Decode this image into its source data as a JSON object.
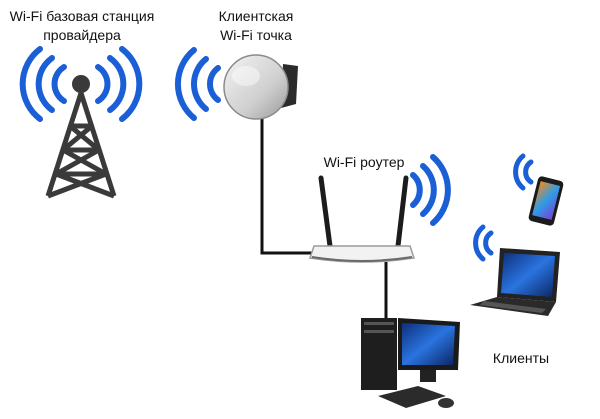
{
  "labels": {
    "provider_station_line1": "Wi-Fi базовая станция",
    "provider_station_line2": "провайдера",
    "client_point_line1": "Клиентская",
    "client_point_line2": "Wi-Fi точка",
    "router": "Wi-Fi роутер",
    "clients": "Клиенты"
  },
  "colors": {
    "wave": "#1a5fd6",
    "cable": "#111111",
    "tower": "#3a3a3a",
    "screen": "#1f57c8"
  },
  "icons": [
    "wifi-waves-icon",
    "cell-tower-icon",
    "wifi-antenna-icon",
    "router-icon",
    "smartphone-icon",
    "laptop-icon",
    "desktop-pc-icon"
  ]
}
